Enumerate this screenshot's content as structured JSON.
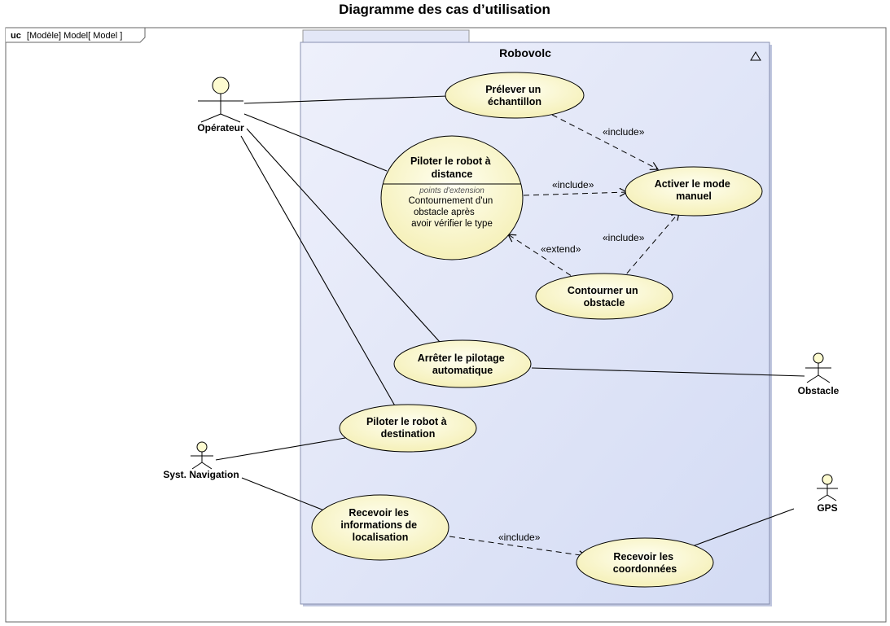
{
  "page_title": "Diagramme des cas d’utilisation",
  "frame": {
    "kind": "uc",
    "label": "[Modèle] Model[ Model ]"
  },
  "system": {
    "name": "Robovolc",
    "collapse_icon": "triangle-icon"
  },
  "actors": {
    "operateur": "Opérateur",
    "obstacle": "Obstacle",
    "syst_navigation": "Syst. Navigation",
    "gps": "GPS"
  },
  "use_cases": {
    "prelever": [
      "Prélever un",
      "échantillon"
    ],
    "piloter_distance": [
      "Piloter le robot à",
      "distance"
    ],
    "extension_points_header": "points d'extension",
    "extension_points": [
      "Contournement d'un",
      "obstacle après",
      "avoir vérifier le type"
    ],
    "activer": [
      "Activer le mode",
      "manuel"
    ],
    "contourner": [
      "Contourner un",
      "obstacle"
    ],
    "arreter": [
      "Arrêter le pilotage",
      "automatique"
    ],
    "piloter_destination": [
      "Piloter le robot à",
      "destination"
    ],
    "recevoir_info": [
      "Recevoir les",
      "informations de",
      "localisation"
    ],
    "recevoir_coord": [
      "Recevoir les",
      "coordonnées"
    ]
  },
  "relations": {
    "include_1": "«include»",
    "include_2": "«include»",
    "include_3": "«include»",
    "include_4": "«include»",
    "extend_1": "«extend»"
  },
  "colors": {
    "usecase_fill": "#fdfbd0",
    "system_fill": "#e4e8f8",
    "line": "#000000"
  }
}
